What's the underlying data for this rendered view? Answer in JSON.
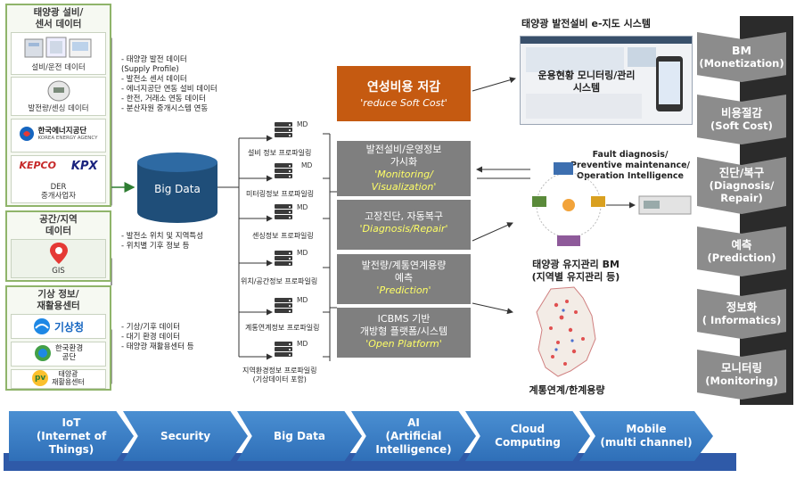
{
  "sources": {
    "group1": {
      "title": "태양광 설비/\n센서 데이터",
      "tiles": [
        {
          "label": "설비/운전 데이터",
          "icon": "equipment-icon"
        },
        {
          "label": "발전량/센싱 데이터",
          "icon": "meter-icon"
        },
        {
          "label": "한국에너지공단",
          "sublabel": "KOREA ENERGY AGENCY",
          "icon": "energy-agency-logo"
        },
        {
          "label": "DER\n중개사업자",
          "logo1": "KEPCO",
          "logo2": "KPX",
          "icon": "kepco-kpx-logo"
        }
      ]
    },
    "group2": {
      "title": "공간/지역\n데이터",
      "tiles": [
        {
          "label": "GIS",
          "icon": "map-pin-icon"
        }
      ]
    },
    "group3": {
      "title": "기상 정보/\n재활용센터",
      "tiles": [
        {
          "label": "기상청",
          "icon": "kma-logo"
        },
        {
          "label": "한국환경\n공단",
          "icon": "keco-logo"
        },
        {
          "label": "태양광\n재활용센터",
          "logo": "pv",
          "icon": "pv-logo"
        }
      ]
    }
  },
  "notes": {
    "group1": [
      "- 태양광 발전 데이터",
      "  (Supply Profile)",
      "- 발전소 센서 데이터",
      "- 에너지공단 연동 설비 데이터",
      "- 한전, 거래소 연동 데이터",
      "- 분산자원 중개시스템 연동"
    ],
    "group2": [
      "- 발전소 위치 및 지역특성",
      "- 위치별 기후 정보 등"
    ],
    "group3": [
      "- 기상/기후 데이터",
      "- 대기 환경 데이터",
      "- 태양광 재활용센터 등"
    ]
  },
  "big_data": {
    "label": "Big Data"
  },
  "profiling": {
    "md_tag": "MD",
    "items": [
      "설비 정보 프로파일링",
      "미터링정보 프로파일링",
      "센싱정보 프로파일링",
      "위치/공간정보 프로파일링",
      "계통연계정보 프로파일링",
      "지역환경정보 프로파일링\n(기상데이터 포함)"
    ]
  },
  "center": {
    "top": {
      "ko": "연성비용 저감",
      "en": "'reduce Soft Cost'"
    },
    "boxes": [
      {
        "ko": "발전설비/운영정보\n가시화",
        "en": "'Monitoring/\nVisualization'"
      },
      {
        "ko": "고장진단, 자동복구",
        "en": "'Diagnosis/Repair'"
      },
      {
        "ko": "발전량/계통연계용량\n예측",
        "en": "'Prediction'"
      },
      {
        "ko": "ICBMS 기반\n개방형 플랫폼/시스템",
        "en": "'Open Platform'"
      }
    ]
  },
  "right_panels": {
    "emap_title": "태양광 발전설비 e-지도 시스템",
    "emap_overlay": "운용현황 모니터링/관리\n시스템",
    "fault_text": "Fault diagnosis/\nPreventive maintenance/\nOperation Intelligence",
    "bm_caption": "태양광 유지관리 BM\n(지역별 유지관리 등)",
    "grid_caption": "계통연계/한계용량"
  },
  "chevrons": [
    {
      "ko": "BM",
      "en": "(Monetization)"
    },
    {
      "ko": "비용절감",
      "en": "(Soft Cost)"
    },
    {
      "ko": "진단/복구",
      "en": "(Diagnosis/\nRepair)"
    },
    {
      "ko": "예측",
      "en": "(Prediction)"
    },
    {
      "ko": "정보화",
      "en": "( Informatics)"
    },
    {
      "ko": "모니터링",
      "en": "(Monitoring)"
    }
  ],
  "bottom": [
    "IoT\n(Internet of\nThings)",
    "Security",
    "Big Data",
    "AI\n(Artificial\nIntelligence)",
    "Cloud\nComputing",
    "Mobile\n(multi channel)"
  ],
  "colors": {
    "orange": "#c55a11",
    "gray": "#7f7f7f",
    "accent_text": "#ffff66",
    "cylinder": "#1f4e79",
    "chevron": "#8c8c8c",
    "bottom_arrow": "#3a7cc4",
    "source_border": "#8fb46a"
  }
}
